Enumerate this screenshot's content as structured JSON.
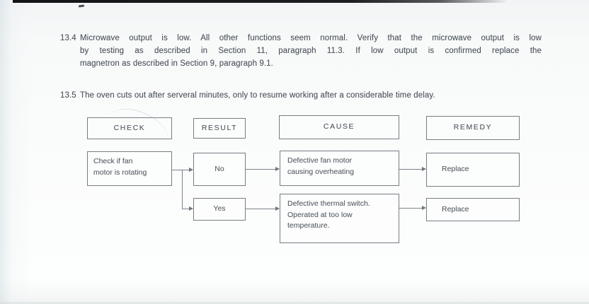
{
  "document": {
    "paragraphs": [
      {
        "number": "13.4",
        "lines": [
          "Microwave output is low.  All other functions seem normal.  Verify that the microwave output is low",
          "by testing as described in Section 11, paragraph 11.3.  If low output is confirmed replace the",
          "magnetron as described in Section 9, paragraph 9.1."
        ]
      },
      {
        "number": "13.5",
        "lines": [
          "The oven cuts out after serveral minutes, only to resume working after a considerable time delay."
        ]
      }
    ]
  },
  "flowchart": {
    "headers": {
      "check": "CHECK",
      "result": "RESULT",
      "cause": "CAUSE",
      "remedy": "REMEDY"
    },
    "row1": {
      "check_lines": [
        "Check if fan",
        "motor is rotating"
      ],
      "result": "No",
      "cause_lines": [
        "Defective fan motor",
        "causing overheating"
      ],
      "remedy": "Replace"
    },
    "row2": {
      "result": "Yes",
      "cause_lines": [
        "Defective thermal switch.",
        "Operated at too low",
        "temperature."
      ],
      "remedy": "Replace"
    }
  }
}
